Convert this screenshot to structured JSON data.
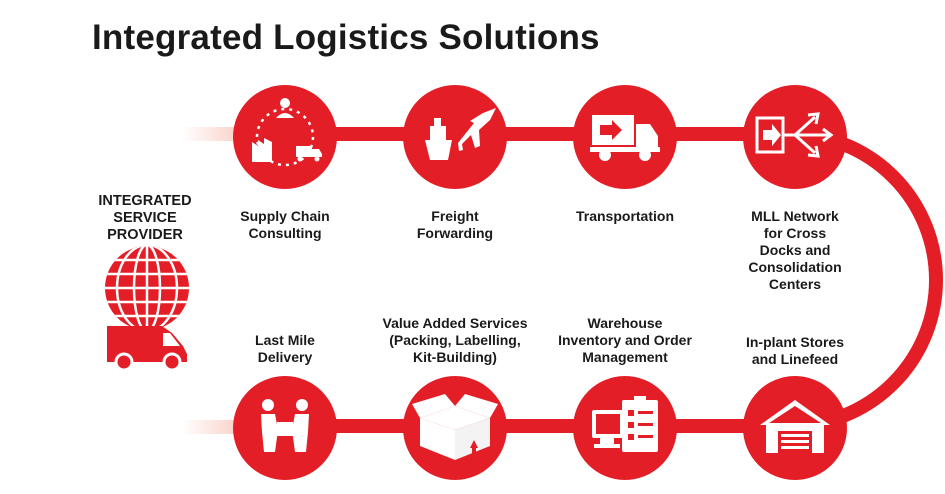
{
  "title": "Integrated Logistics Solutions",
  "provider": [
    "INTEGRATED",
    "SERVICE",
    "PROVIDER"
  ],
  "colors": {
    "accent": "#e41e26",
    "text": "#1a1a1a",
    "background": "#ffffff"
  },
  "top_row": [
    {
      "icon": "supply-chain-icon",
      "label": [
        "Supply Chain",
        "Consulting"
      ]
    },
    {
      "icon": "freight-ship-plane-icon",
      "label": [
        "Freight",
        "Forwarding"
      ]
    },
    {
      "icon": "truck-icon",
      "label": [
        "Transportation"
      ]
    },
    {
      "icon": "cross-dock-icon",
      "label": [
        "MLL Network",
        "for Cross",
        "Docks and",
        "Consolidation",
        "Centers"
      ]
    }
  ],
  "bottom_row": [
    {
      "icon": "handover-icon",
      "label": [
        "Last Mile",
        "Delivery"
      ]
    },
    {
      "icon": "open-box-icon",
      "label": [
        "Value Added Services",
        "(Packing, Labelling,",
        "Kit-Building)"
      ]
    },
    {
      "icon": "inventory-checklist-icon",
      "label": [
        "Warehouse",
        "Inventory and Order",
        "Management"
      ]
    },
    {
      "icon": "warehouse-icon",
      "label": [
        "In-plant Stores",
        "and Linefeed"
      ]
    }
  ]
}
